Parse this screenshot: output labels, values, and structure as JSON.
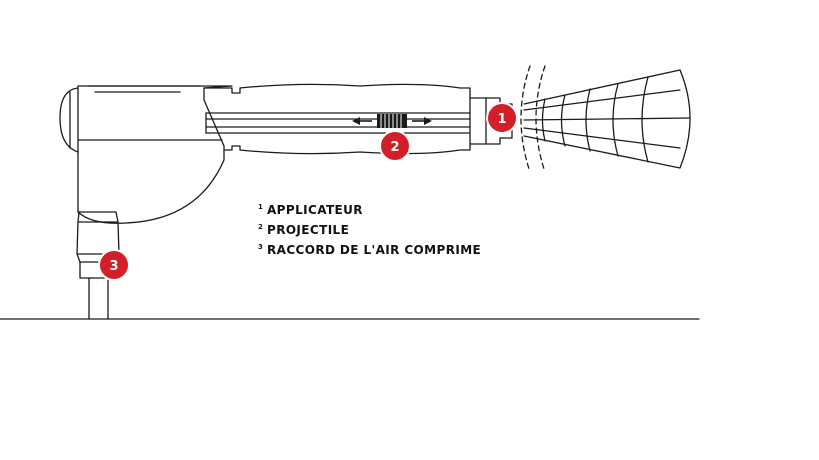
{
  "colors": {
    "accent": "#d21f28",
    "line": "#1a1a1a",
    "background": "#ffffff"
  },
  "callouts": [
    {
      "number": "1",
      "label": "APPLICATEUR"
    },
    {
      "number": "2",
      "label": "PROJECTILE"
    },
    {
      "number": "3",
      "label": "RACCORD DE L'AIR COMPRIME"
    }
  ]
}
